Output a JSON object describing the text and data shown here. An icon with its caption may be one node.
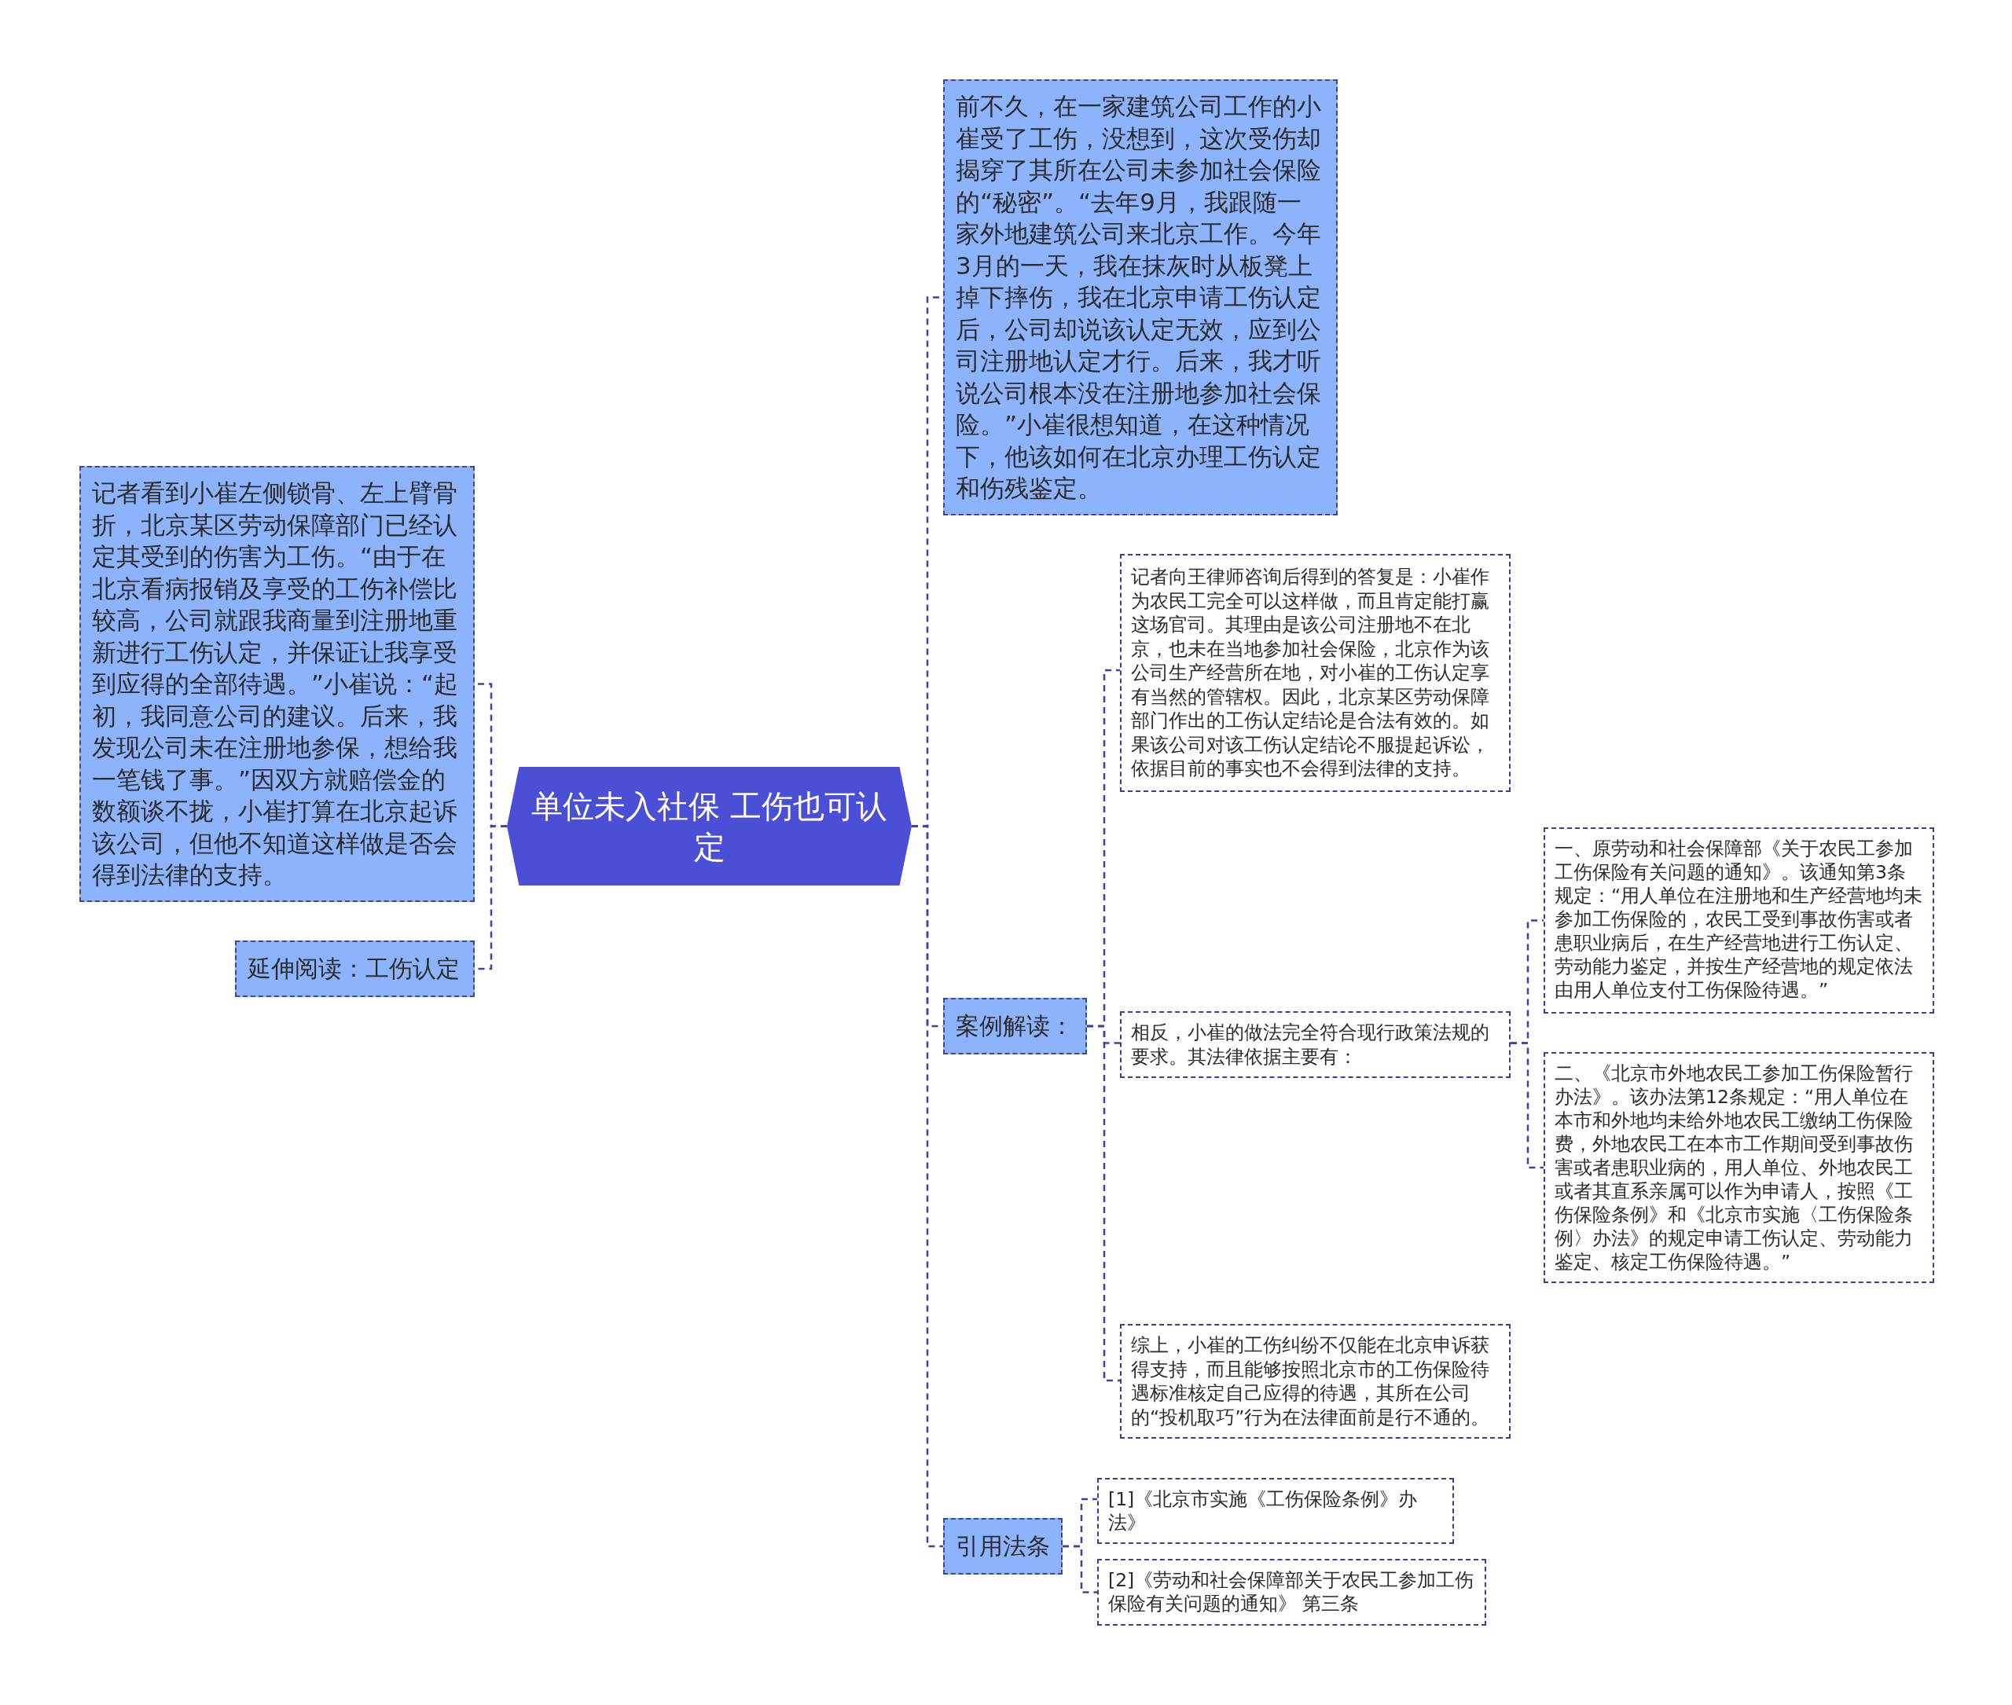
{
  "diagram": {
    "nodes": [
      {
        "text": [
          "单位未入社保 工伤也可认定"
        ]
      },
      {
        "text": [
          "记者看到小崔左侧锁骨、左上臂骨折，北京某区劳动保障部门已经认定其受到的伤害为工伤。“由于在北京看病报销及享受的工伤补偿比较高，公司就跟我商量到注册地重新进行工伤认定，并保证让我享受到应得的全部待遇。”小崔说：“起初，我同意公司的建议。后来，我发现公司未在注册地参保，想给我一笔钱了事。”因双方就赔偿金的数额谈不拢，小崔打算在北京起诉该公司，但他不知道这样做是否会得到法律的支持。"
        ]
      },
      {
        "text": [
          "延伸阅读：工伤认定"
        ]
      },
      {
        "text": [
          "前不久，在一家建筑公司工作的小崔受了工伤，没想到，这次受伤却揭穿了其所在公司未参加社会保险的“秘密”。“去年9月，我跟随一家外地建筑公司来北京工作。今年3月的一天，我在抹灰时从板凳上掉下摔伤，我在北京申请工伤认定后，公司却说该认定无效，应到公司注册地认定才行。后来，我才听说公司根本没在注册地参加社会保险。”小崔很想知道，在这种情况下，他该如何在北京办理工伤认定和伤残鉴定。"
        ]
      },
      {
        "text": [
          "案例解读："
        ]
      },
      {
        "text": [
          "记者向王律师咨询后得到的答复是：小崔作为农民工完全可以这样做，而且肯定能打赢这场官司。其理由是该公司注册地不在北京，也未在当地参加社会保险，北京作为该公司生产经营所在地，对小崔的工伤认定享有当然的管辖权。因此，北京某区劳动保障部门作出的工伤认定结论是合法有效的。如果该公司对该工伤认定结论不服提起诉讼，依据目前的事实也不会得到法律的支持。"
        ]
      },
      {
        "text": [
          "相反，小崔的做法完全符合现行政策法规的要求。其法律依据主要有："
        ]
      },
      {
        "text": [
          "一、原劳动和社会保障部《关于农民工参加工伤保险有关问题的通知》。该通知第3条规定：“用人单位在注册地和生产经营地均未参加工伤保险的，农民工受到事故伤害或者患职业病后，在生产经营地进行工伤认定、劳动能力鉴定，并按生产经营地的规定依法由用人单位支付工伤保险待遇。”"
        ]
      },
      {
        "text": [
          "二、《北京市外地农民工参加工伤保险暂行办法》。该办法第12条规定：“用人单位在本市和外地均未给外地农民工缴纳工伤保险费，外地农民工在本市工作期间受到事故伤害或者患职业病的，用人单位、外地农民工或者其直系亲属可以作为申请人，按照《工伤保险条例》和《北京市实施〈工伤保险条例〉办法》的规定申请工伤认定、劳动能力鉴定、核定工伤保险待遇。”"
        ]
      },
      {
        "text": [
          "综上，小崔的工伤纠纷不仅能在北京申诉获得支持，而且能够按照北京市的工伤保险待遇标准核定自己应得的待遇，其所在公司的“投机取巧”行为在法律面前是行不通的。"
        ]
      },
      {
        "text": [
          "引用法条"
        ]
      },
      {
        "text": [
          "[1]《北京市实施《工伤保险条例》办法》"
        ]
      },
      {
        "text": [
          "[2]《劳动和社会保障部关于农民工参加工伤保险有关问题的通知》 第三条"
        ]
      }
    ],
    "edges": [
      {
        "from": 0,
        "to": 1,
        "arrow": "none"
      },
      {
        "from": 0,
        "to": 2,
        "arrow": "none"
      },
      {
        "from": 0,
        "to": 3,
        "arrow": "none"
      },
      {
        "from": 0,
        "to": 4,
        "arrow": "none"
      },
      {
        "from": 4,
        "to": 5,
        "arrow": "none"
      },
      {
        "from": 4,
        "to": 6,
        "arrow": "none"
      },
      {
        "from": 6,
        "to": 7,
        "arrow": "none"
      },
      {
        "from": 6,
        "to": 8,
        "arrow": "none"
      },
      {
        "from": 4,
        "to": 9,
        "arrow": "none"
      },
      {
        "from": 0,
        "to": 10,
        "arrow": "none"
      },
      {
        "from": 10,
        "to": 11,
        "arrow": "none"
      },
      {
        "from": 10,
        "to": 12,
        "arrow": "none"
      }
    ]
  }
}
